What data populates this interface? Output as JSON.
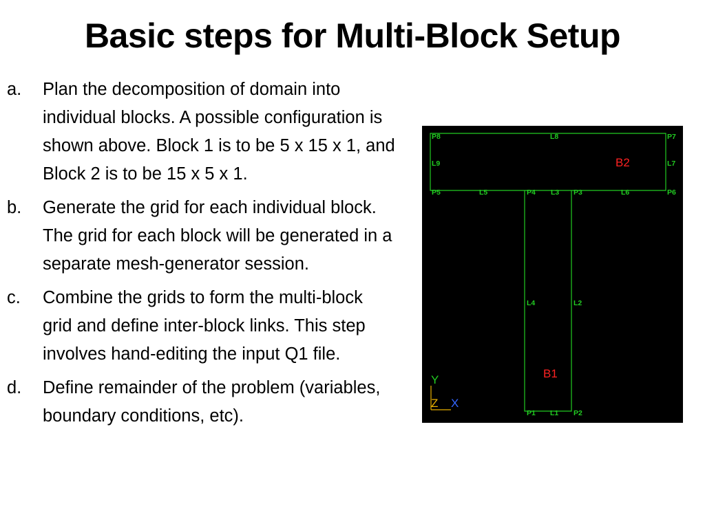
{
  "slide": {
    "title": "Basic steps for Multi-Block Setup",
    "steps": [
      {
        "marker": "a.",
        "text": "Plan the decomposition of domain into individual blocks. A possible configuration is shown above. Block 1 is to be 5 x 15 x 1, and Block 2 is to be 15 x 5 x 1."
      },
      {
        "marker": "b.",
        "text": "Generate the grid for each individual block. The grid for each block will be generated in a separate mesh-generator session."
      },
      {
        "marker": "c.",
        "text": "Combine the grids to form the multi-block grid and define inter-block links. This step involves hand-editing the input Q1 file."
      },
      {
        "marker": "d.",
        "text": "Define remainder of the problem (variables, boundary conditions, etc)."
      }
    ]
  },
  "figure": {
    "background_color": "#000000",
    "line_color": "#22cc22",
    "label_color": "#22cc22",
    "block_label_color": "#ff2222",
    "axis_colors": {
      "y": "#22cc22",
      "z": "#e8b000",
      "x": "#3366ff"
    },
    "point_labels": {
      "p1": "P1",
      "p2": "P2",
      "p3": "P3",
      "p4": "P4",
      "p5": "P5",
      "p6": "P6",
      "p7": "P7",
      "p8": "P8"
    },
    "line_labels": {
      "l1": "L1",
      "l2": "L2",
      "l3": "L3",
      "l4": "L4",
      "l5": "L5",
      "l6": "L6",
      "l7": "L7",
      "l8": "L8",
      "l9": "L9"
    },
    "block_labels": {
      "b1": "B1",
      "b2": "B2"
    },
    "axis_labels": {
      "y": "Y",
      "z": "Z",
      "x": "X"
    }
  }
}
